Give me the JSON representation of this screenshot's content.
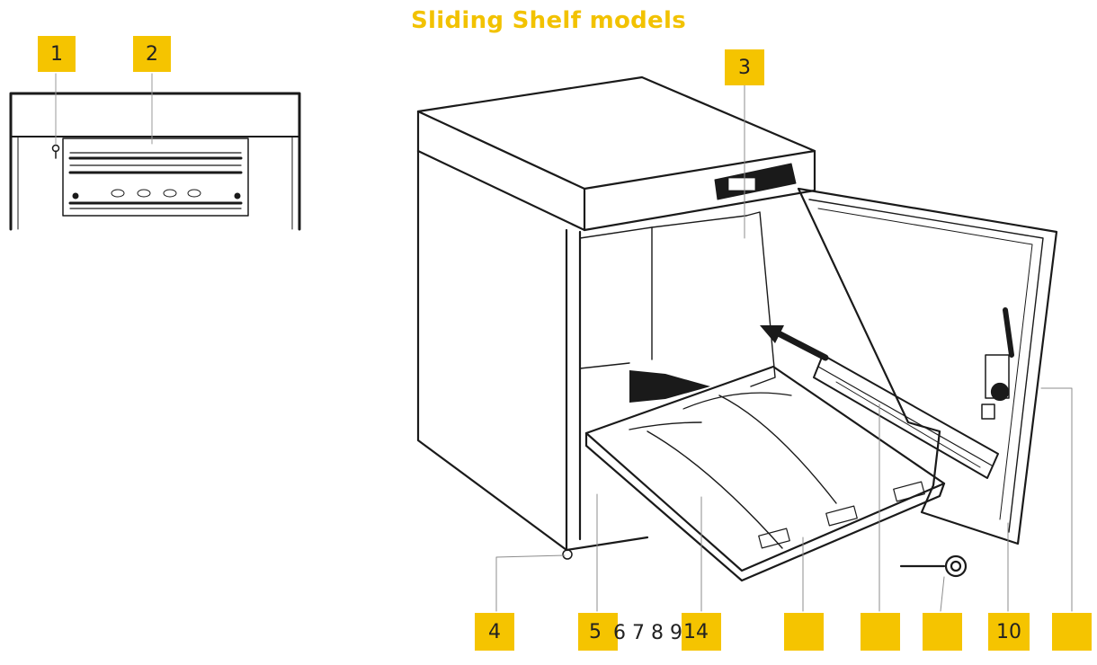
{
  "title": "Sliding Shelf models",
  "callouts": [
    {
      "id": "c1",
      "label": "1"
    },
    {
      "id": "c2",
      "label": "2"
    },
    {
      "id": "c3",
      "label": "3"
    },
    {
      "id": "c4",
      "label": "4"
    },
    {
      "id": "c5",
      "label": "5"
    },
    {
      "id": "c14",
      "label": "14"
    },
    {
      "id": "c11",
      "label": ""
    },
    {
      "id": "c12",
      "label": ""
    },
    {
      "id": "c13",
      "label": ""
    },
    {
      "id": "c10",
      "label": "10"
    },
    {
      "id": "c15",
      "label": ""
    }
  ],
  "inline_numbers": "6 7 8 9",
  "colors": {
    "accent": "#f5c400",
    "title": "#f2c200",
    "line": "#1a1a1a"
  }
}
